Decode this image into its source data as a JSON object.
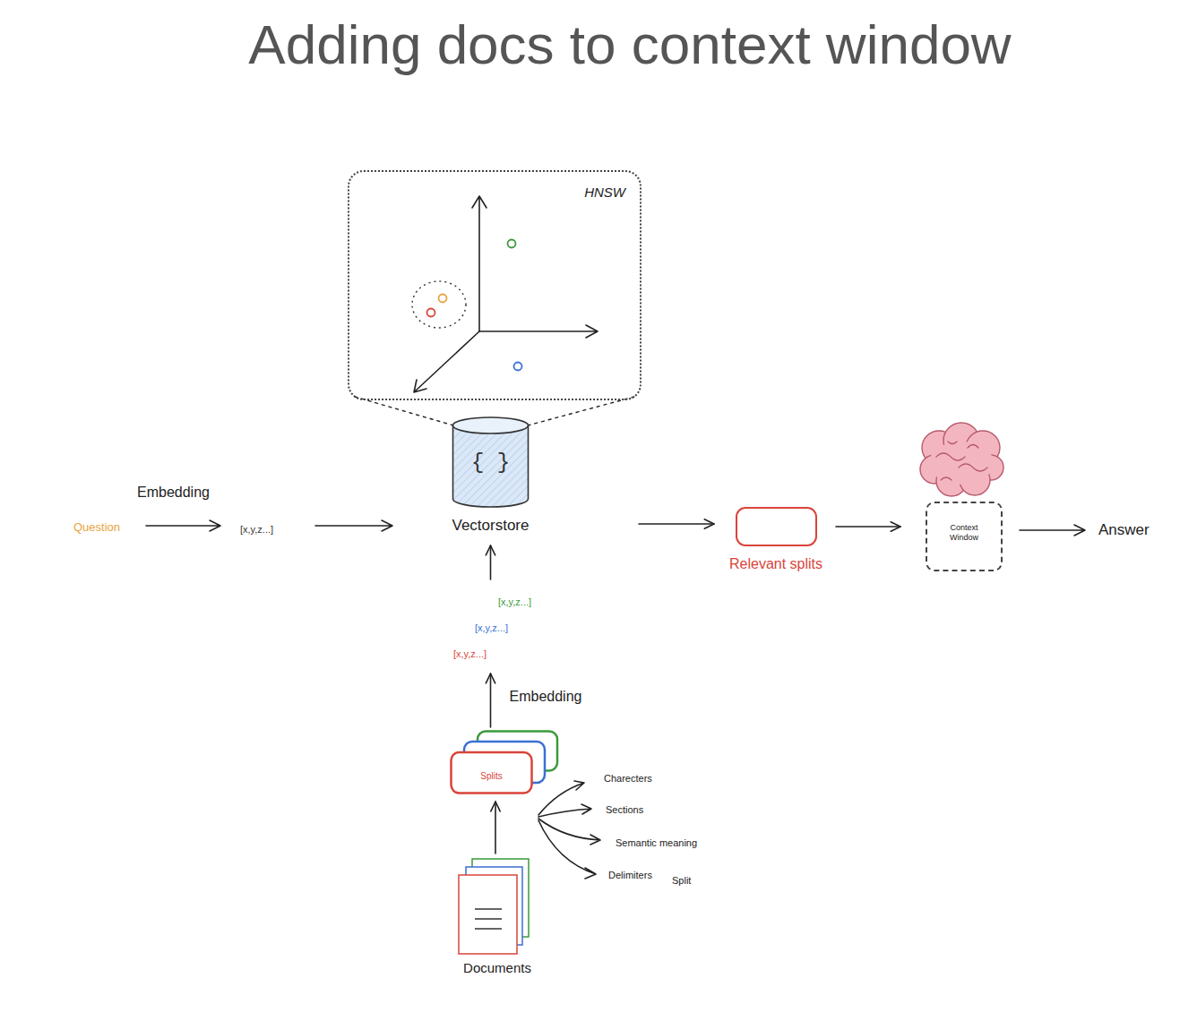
{
  "diagram": {
    "title": "Adding docs to context window",
    "nodes": [
      {
        "text": [
          "HNSW"
        ]
      },
      {
        "text": [
          "{ }",
          "Vectorstore"
        ]
      },
      {
        "text": [
          "Relevant splits"
        ]
      },
      {
        "text": [
          "Context Window"
        ]
      },
      {
        "text": [
          "Splits"
        ]
      },
      {
        "text": [
          "Documents"
        ]
      }
    ],
    "edges": [
      {
        "from": 5,
        "to": 4,
        "arrow": "to"
      },
      {
        "from": 4,
        "to": 1,
        "label": "Embedding",
        "arrow": "to"
      },
      {
        "from": 1,
        "to": 2,
        "arrow": "to"
      },
      {
        "from": 2,
        "to": 3,
        "arrow": "to"
      },
      {
        "from": 1,
        "to": 0,
        "arrow": "none"
      }
    ],
    "labels": [
      "Question",
      "Embedding",
      "[x,y,z...]",
      "[x,y,z...]",
      "[x,y,z...]",
      "[x,y,z...]",
      "Charecters",
      "Sections",
      "Semantic meaning",
      "Delimiters",
      "Split",
      "Answer"
    ]
  }
}
